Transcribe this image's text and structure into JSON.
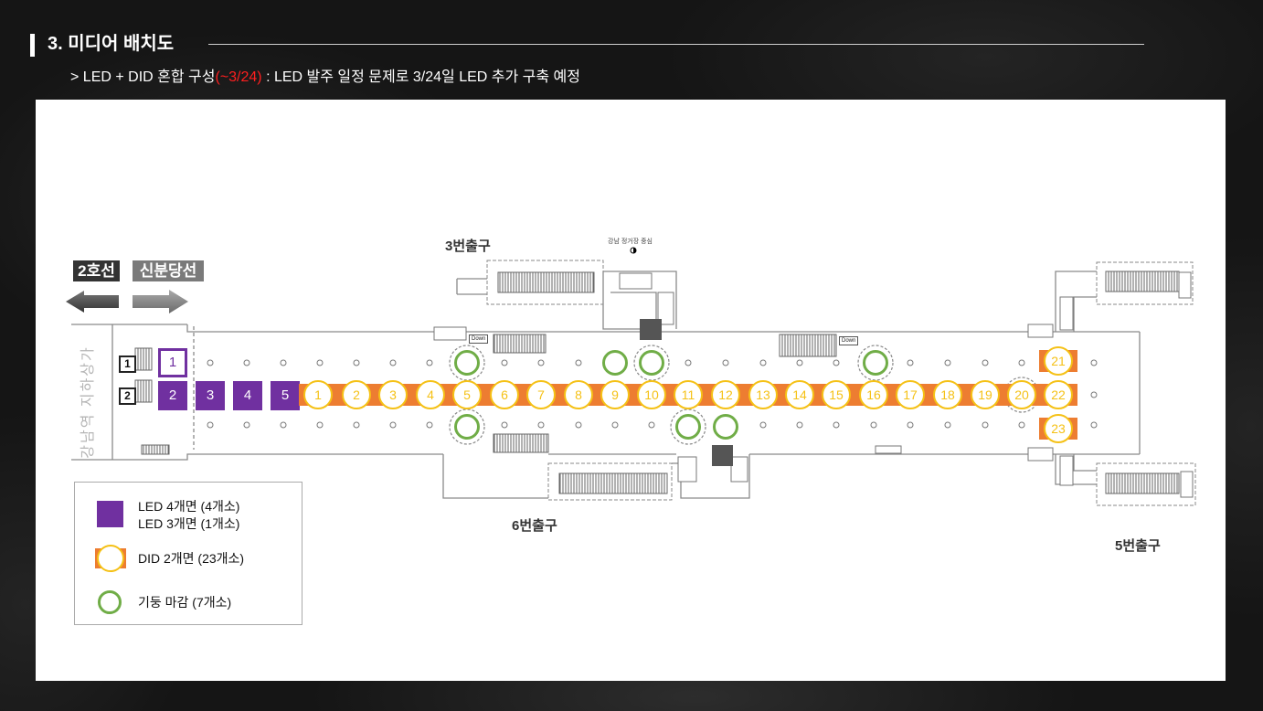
{
  "header": {
    "title": "3. 미디어 배치도",
    "subtitle_prefix": "> LED + DID 혼합 구성",
    "subtitle_highlight": "(~3/24)",
    "subtitle_suffix": " : LED 발주 일정 문제로 3/24일 LED 추가 구축 예정"
  },
  "colors": {
    "led_screen": "#7030a0",
    "did_ring": "#f5c116",
    "did_band": "#ed7d31",
    "pillar_finish": "#70ad47",
    "highlight_text": "#ff1f1f"
  },
  "icons": {
    "line2_direction": "arrow-left-icon",
    "shinbundang_direction": "arrow-right-icon"
  },
  "floor_plan": {
    "exit3": "3번출구",
    "exit6": "6번출구",
    "exit5": "5번출구",
    "station_center": "강남 정거장 중심",
    "line2": "2호선",
    "shinbundang": "신분당선",
    "underground_mall": "강남역 지하상가",
    "stairs": [
      "1",
      "2"
    ],
    "down_label": "Down"
  },
  "led_screens": [
    "1",
    "2",
    "3",
    "4",
    "5"
  ],
  "did_screens": [
    "1",
    "2",
    "3",
    "4",
    "5",
    "6",
    "7",
    "8",
    "9",
    "10",
    "11",
    "12",
    "13",
    "14",
    "15",
    "16",
    "17",
    "18",
    "19",
    "20",
    "21",
    "22",
    "23"
  ],
  "legend": {
    "led_4": "LED 4개면 (4개소)",
    "led_3": "LED 3개면 (1개소)",
    "did": "DID 2개면 (23개소)",
    "pillar": "기둥 마감 (7개소)"
  }
}
